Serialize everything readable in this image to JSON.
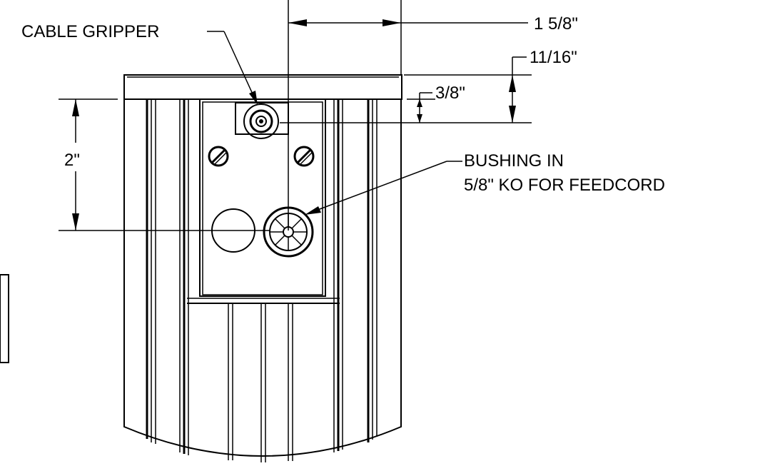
{
  "labels": {
    "cable_gripper": "CABLE GRIPPER",
    "bushing_line1": "BUSHING IN",
    "bushing_line2": "5/8\" KO FOR FEEDCORD"
  },
  "dimensions": {
    "width_top": "1 5/8\"",
    "offset_top": "11/16\"",
    "gripper_offset": "3/8\"",
    "vertical_spacing": "2\""
  }
}
